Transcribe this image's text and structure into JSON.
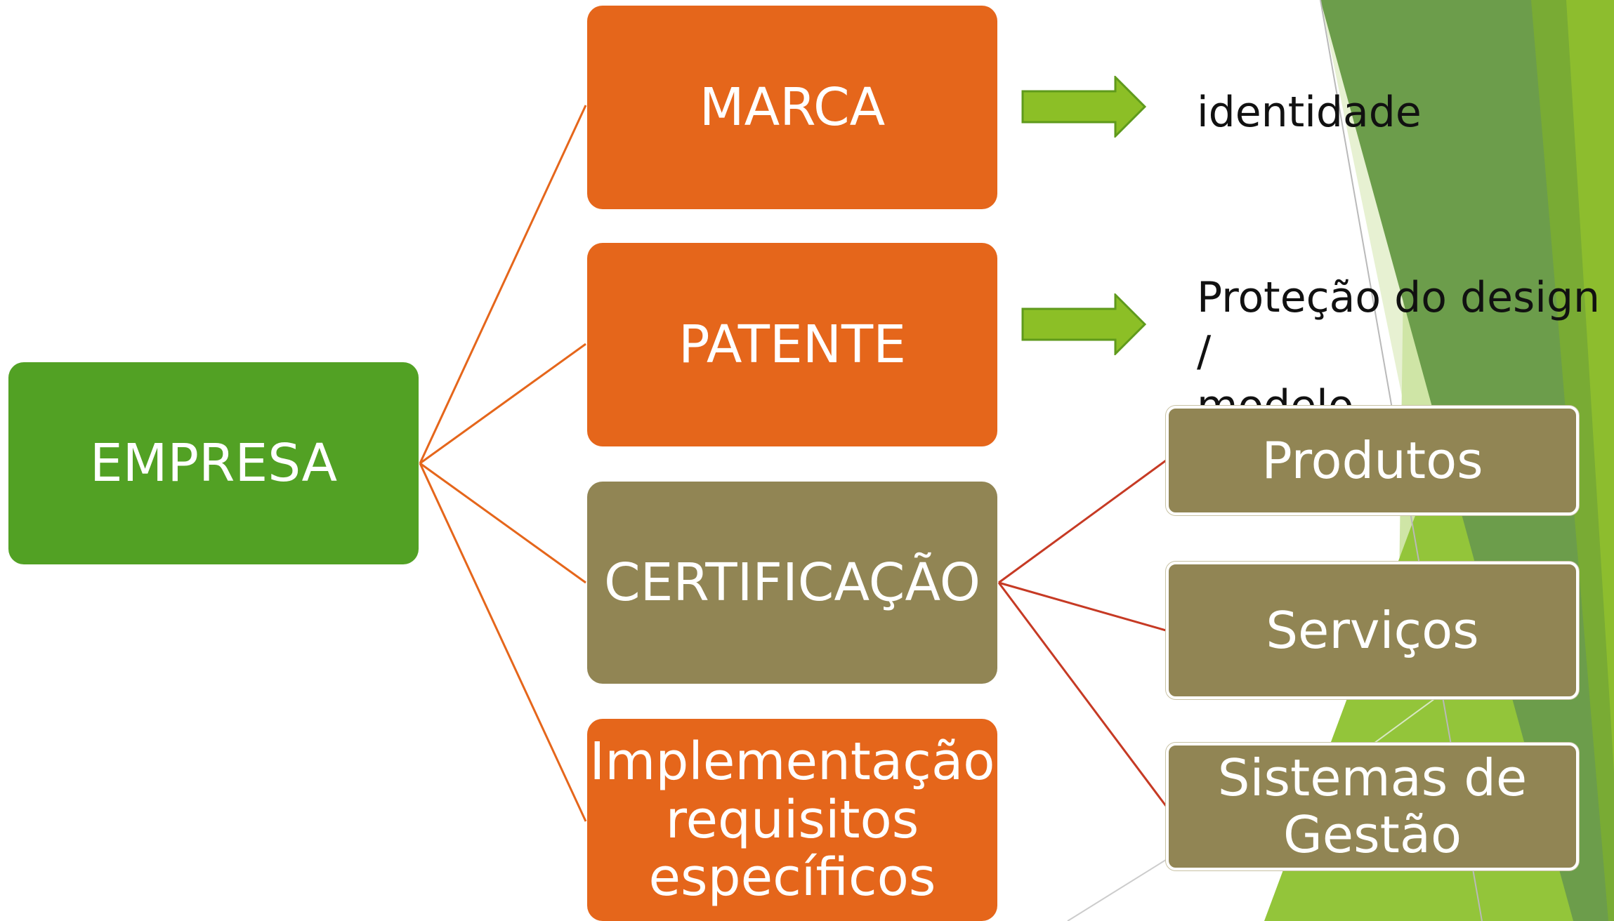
{
  "colors": {
    "root": "#52a124",
    "orange": "#e5661b",
    "olive": "#918554",
    "connector_orange": "#e5661b",
    "connector_red": "#c63a24",
    "arrow_fill": "#8cbf26",
    "arrow_stroke": "#5f9a1c"
  },
  "diagram": {
    "root": {
      "label": "EMPRESA"
    },
    "branches": [
      {
        "label": "MARCA",
        "note": "identidade"
      },
      {
        "label": "PATENTE",
        "note": "Proteção do design /\nmodelo"
      },
      {
        "label": "CERTIFICAÇÃO",
        "children": [
          {
            "label": "Produtos"
          },
          {
            "label": "Serviços"
          },
          {
            "label": "Sistemas de Gestão"
          }
        ]
      },
      {
        "label": "Implementação requisitos específicos"
      }
    ]
  }
}
